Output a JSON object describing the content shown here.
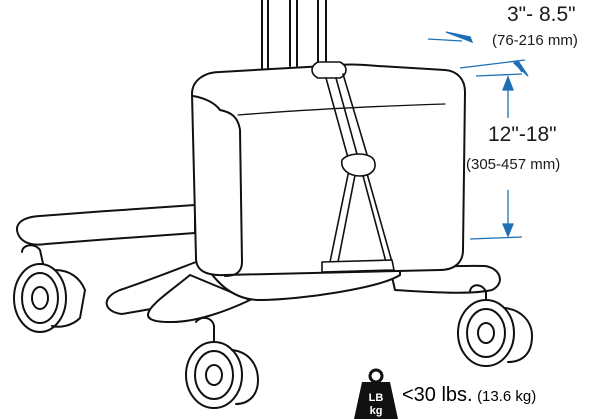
{
  "depth": {
    "imperial": "3\"- 8.5\"",
    "metric": "(76-216 mm)"
  },
  "height": {
    "imperial": "12\"-18\"",
    "metric": "(305-457 mm)"
  },
  "weight": {
    "icon_top": "LB",
    "icon_bottom": "kg",
    "limit": "<30 lbs.",
    "limit_metric": "(13.6 kg)",
    "icon": "weight-icon"
  },
  "colors": {
    "arrow": "#1f6fb5",
    "line": "#111111",
    "label": "#1a1a1a"
  }
}
